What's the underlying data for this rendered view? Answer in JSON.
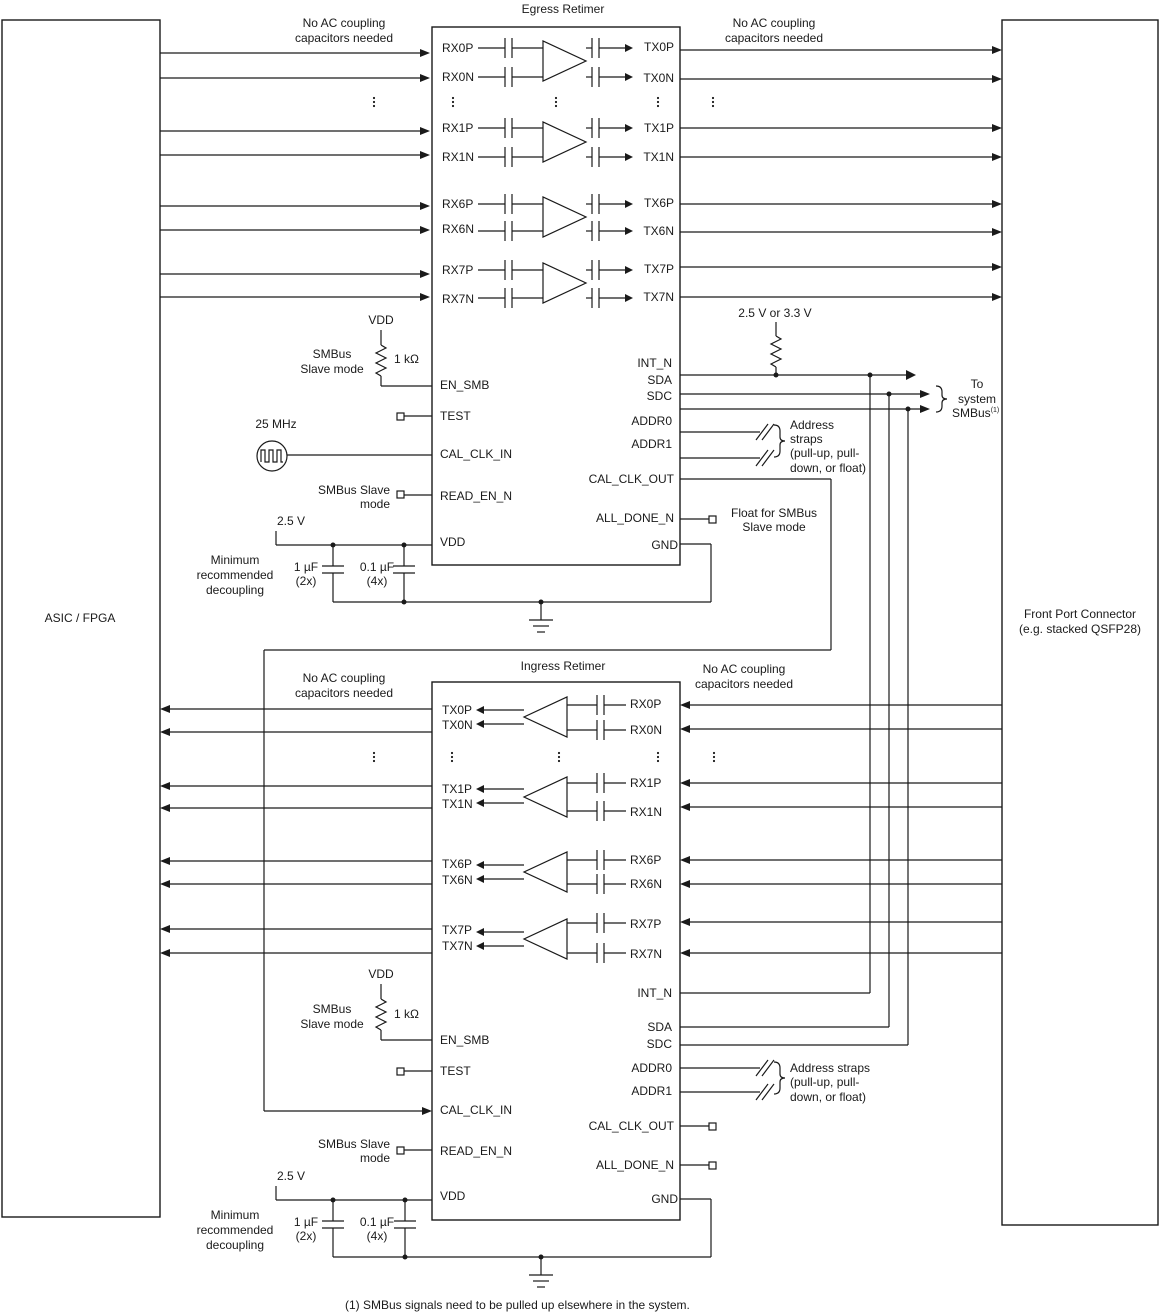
{
  "blocks": {
    "asic": "ASIC / FPGA",
    "front_line1": "Front Port Connector",
    "front_line2": "(e.g. stacked QSFP28)"
  },
  "egress": {
    "title": "Egress Retimer",
    "note_left": [
      "No AC coupling",
      "capacitors needed"
    ],
    "note_right": [
      "No AC coupling",
      "capacitors needed"
    ],
    "rx_pins": [
      "RX0P",
      "RX0N",
      "RX1P",
      "RX1N",
      "RX6P",
      "RX6N",
      "RX7P",
      "RX7N"
    ],
    "tx_pins": [
      "TX0P",
      "TX0N",
      "TX1P",
      "TX1N",
      "TX6P",
      "TX6N",
      "TX7P",
      "TX7N"
    ],
    "left_pins": [
      "EN_SMB",
      "TEST",
      "CAL_CLK_IN",
      "READ_EN_N",
      "VDD"
    ],
    "right_pins": [
      "INT_N",
      "SDA",
      "SDC",
      "ADDR0",
      "ADDR1",
      "CAL_CLK_OUT",
      "ALL_DONE_N",
      "GND"
    ],
    "vdd": "VDD",
    "smbus_slave": [
      "SMBus",
      "Slave mode"
    ],
    "resistor": "1 kΩ",
    "clock": "25 MHz",
    "read_en_note": [
      "SMBus Slave",
      "mode"
    ],
    "supply": "2.5 V",
    "decoupling": [
      "Minimum",
      "recommended",
      "decoupling"
    ],
    "cap1": [
      "1 µF",
      "(2x)"
    ],
    "cap2": [
      "0.1 µF",
      "(4x)"
    ],
    "pullup_supply": "2.5 V or 3.3 V",
    "to_system": [
      "To",
      "system",
      "SMBus"
    ],
    "footnote_mark": "(1)",
    "address_straps": [
      "Address",
      "straps",
      "(pull-up, pull-",
      "down, or float)"
    ],
    "float_note": [
      "Float for SMBus",
      "Slave mode"
    ]
  },
  "ingress": {
    "title": "Ingress Retimer",
    "note_left": [
      "No AC coupling",
      "capacitors needed"
    ],
    "note_right": [
      "No AC coupling",
      "capacitors needed"
    ],
    "tx_pins": [
      "TX0P",
      "TX0N",
      "TX1P",
      "TX1N",
      "TX6P",
      "TX6N",
      "TX7P",
      "TX7N"
    ],
    "rx_pins": [
      "RX0P",
      "RX0N",
      "RX1P",
      "RX1N",
      "RX6P",
      "RX6N",
      "RX7P",
      "RX7N"
    ],
    "left_pins": [
      "EN_SMB",
      "TEST",
      "CAL_CLK_IN",
      "READ_EN_N",
      "VDD"
    ],
    "right_pins": [
      "INT_N",
      "SDA",
      "SDC",
      "ADDR0",
      "ADDR1",
      "CAL_CLK_OUT",
      "ALL_DONE_N",
      "GND"
    ],
    "vdd": "VDD",
    "smbus_slave": [
      "SMBus",
      "Slave mode"
    ],
    "resistor": "1 kΩ",
    "read_en_note": [
      "SMBus Slave",
      "mode"
    ],
    "supply": "2.5 V",
    "decoupling": [
      "Minimum",
      "recommended",
      "decoupling"
    ],
    "cap1": [
      "1 µF",
      "(2x)"
    ],
    "cap2": [
      "0.1 µF",
      "(4x)"
    ],
    "address_straps": [
      "Address straps",
      "(pull-up, pull-",
      "down, or float)"
    ]
  },
  "footnote": "(1)  SMBus signals need to be pulled up elsewhere in the system."
}
